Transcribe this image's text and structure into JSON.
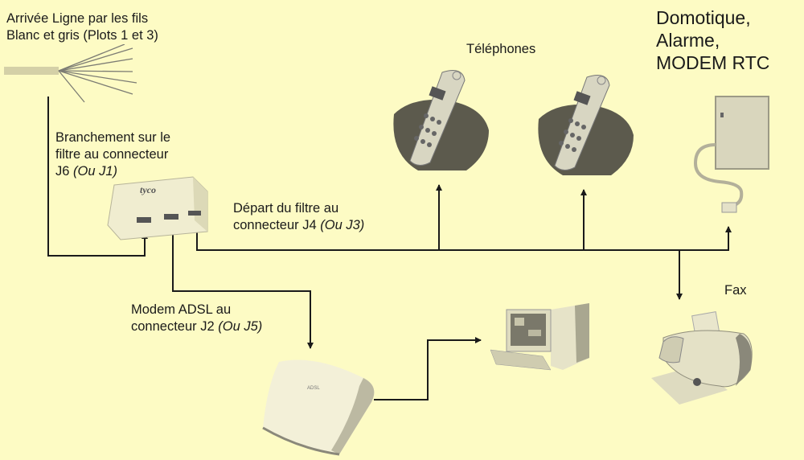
{
  "labels": {
    "arrivee": {
      "line1": "Arrivée Ligne par les fils",
      "line2": "Blanc et gris (Plots 1 et 3)"
    },
    "branchement": {
      "line1": "Branchement sur le",
      "line2": "filtre au connecteur",
      "line3_main": "J6 ",
      "line3_alt": "(Ou J1)"
    },
    "depart": {
      "line1": "Départ du filtre au",
      "line2_main": "connecteur J4 ",
      "line2_alt": "(Ou J3)"
    },
    "modem_adsl": {
      "line1": "Modem ADSL au",
      "line2_main": "connecteur J2 ",
      "line2_alt": "(Ou J5)"
    },
    "telephones": "Téléphones",
    "domotique": {
      "line1": "Domotique,",
      "line2": "Alarme,",
      "line3": "MODEM RTC"
    },
    "fax": "Fax",
    "filter_brand": "tyco"
  },
  "devices": [
    {
      "id": "phone-cable",
      "icon": "cable-icon"
    },
    {
      "id": "adsl-filter",
      "icon": "filter-box-icon"
    },
    {
      "id": "telephone-1",
      "icon": "cordless-phone-icon"
    },
    {
      "id": "telephone-2",
      "icon": "cordless-phone-icon"
    },
    {
      "id": "rtc-modem",
      "icon": "wall-modem-icon"
    },
    {
      "id": "adsl-modem",
      "icon": "adsl-modem-icon"
    },
    {
      "id": "computer",
      "icon": "desktop-computer-icon"
    },
    {
      "id": "fax",
      "icon": "fax-machine-icon"
    }
  ],
  "colors": {
    "background": "#fdfbc4",
    "line": "#1a1a1a"
  }
}
